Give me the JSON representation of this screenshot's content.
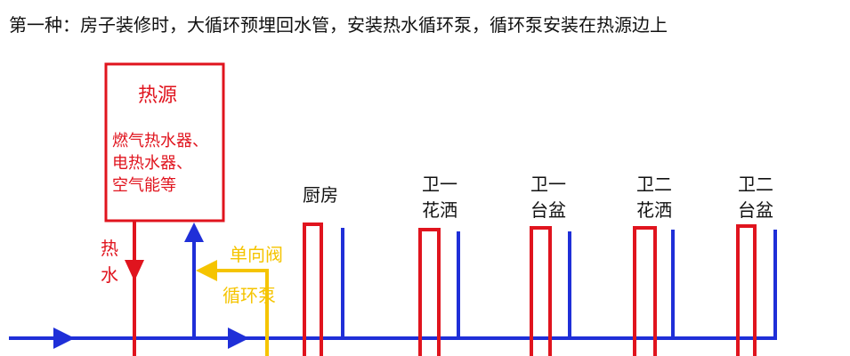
{
  "title": "第一种：房子装修时，大循环预埋回水管，安装热水循环泵，循环泵安装在热源边上",
  "heat_source": {
    "title": "热源",
    "lines": [
      "燃气热水器、",
      "电热水器、",
      "空气能等"
    ]
  },
  "hot_water_label": [
    "热",
    "水"
  ],
  "check_valve_label": "单向阀",
  "pump_label": "循环泵",
  "fixtures": [
    {
      "lines": [
        "厨房"
      ]
    },
    {
      "lines": [
        "卫一",
        "花洒"
      ]
    },
    {
      "lines": [
        "卫一",
        "台盆"
      ]
    },
    {
      "lines": [
        "卫二",
        "花洒"
      ]
    },
    {
      "lines": [
        "卫二",
        "台盆"
      ]
    }
  ],
  "colors": {
    "hot": "#e0141e",
    "return": "#1f2fd8",
    "pump": "#f5c400",
    "text": "#111111"
  }
}
